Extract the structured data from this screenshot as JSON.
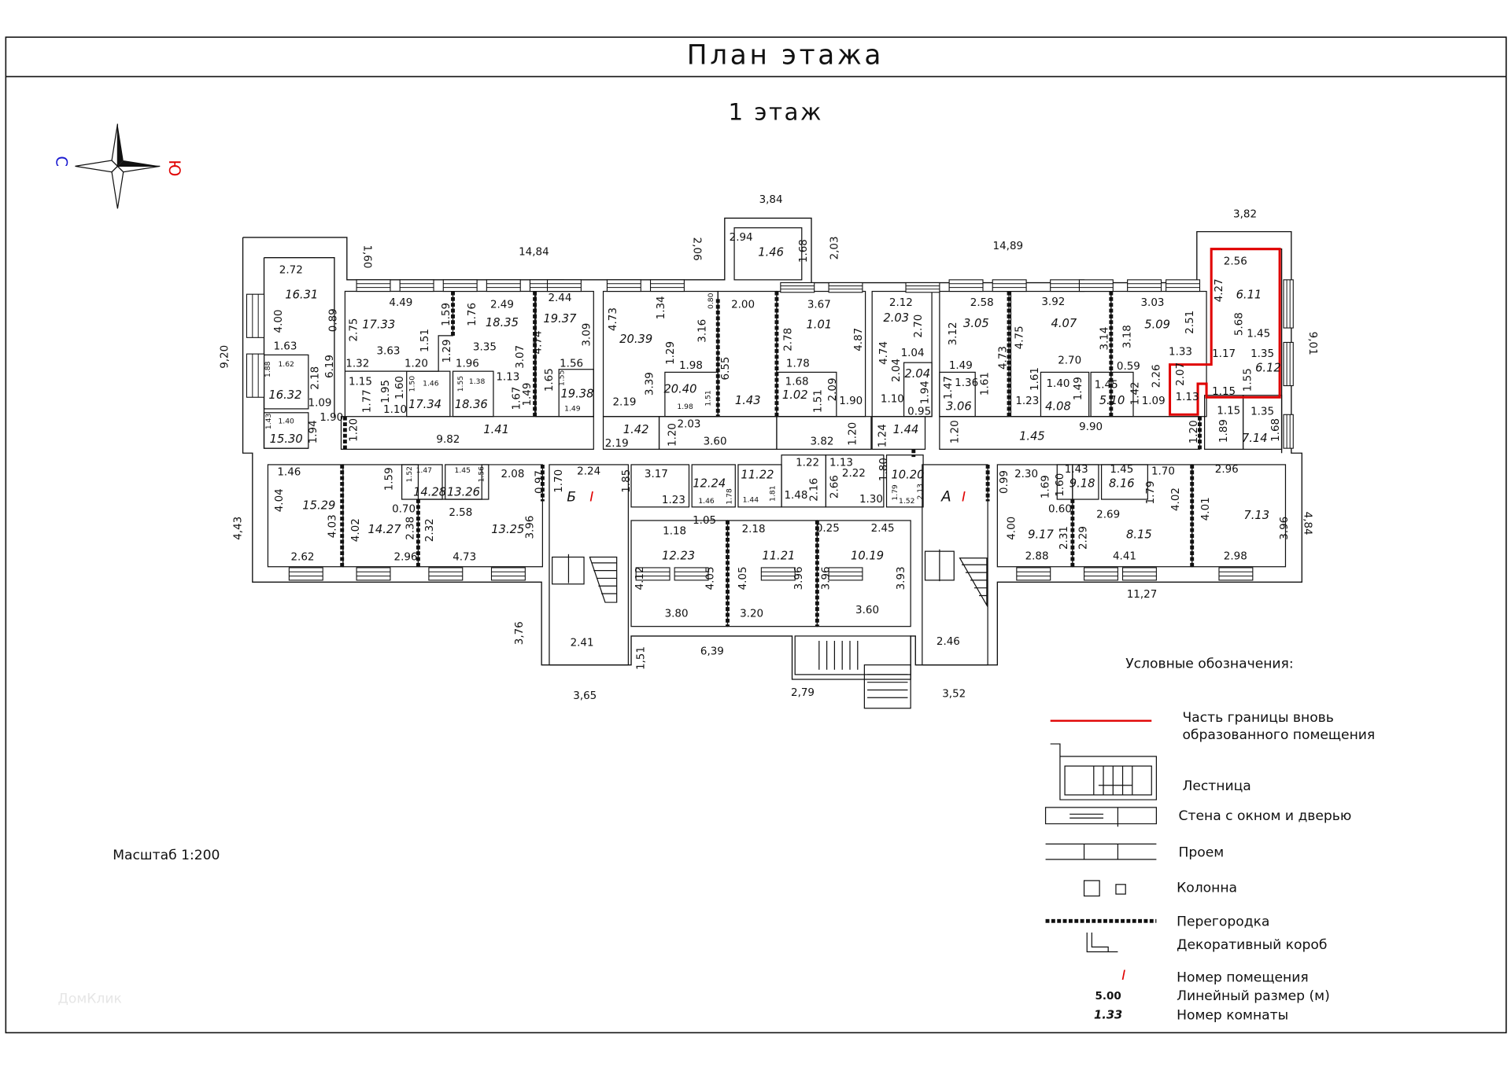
{
  "header": {
    "title": "План этажа",
    "floor": "1 этаж"
  },
  "compass": {
    "north": "С",
    "south": "Ю"
  },
  "scale": "Масштаб 1:200",
  "watermark": "ДомКлик",
  "colors": {
    "boundary": "#e00000",
    "north": "#1a1ad0",
    "south": "#e00000",
    "line": "#111111"
  },
  "stairs": {
    "b": "Б",
    "a": "А",
    "premise_number": "I"
  },
  "plan": {
    "room_areas": [
      "16.31",
      "16.32",
      "15.30",
      "17.33",
      "17.34",
      "18.35",
      "18.36",
      "19.37",
      "19.38",
      "1.41",
      "20.39",
      "20.40",
      "1.42",
      "1.43",
      "1.46",
      "1.01",
      "1.02",
      "2.03",
      "2.04",
      "1.44",
      "3.05",
      "3.06",
      "4.07",
      "4.08",
      "5.09",
      "5.10",
      "1.45",
      "6.11",
      "6.12",
      "7.14",
      "15.29",
      "14.28",
      "13.26",
      "14.27",
      "13.25",
      "12.24",
      "11.22",
      "10.20",
      "12.23",
      "11.21",
      "10.19",
      "9.18",
      "8.16",
      "9.17",
      "8.15",
      "7.13"
    ],
    "overall_dimensions": [
      "14,84",
      "1,60",
      "2,06",
      "3,84",
      "2,03",
      "14,89",
      "3,82",
      "9,20",
      "9,01",
      "4,43",
      "4,84",
      "3,76",
      "3,65",
      "1,51",
      "6,39",
      "2,79",
      "3,52",
      "11,27"
    ],
    "dimensions": [
      "2.72",
      "4.00",
      "0.89",
      "1.63",
      "6.19",
      "1.62",
      "1.88",
      "2.18",
      "1.09",
      "1.43",
      "1.40",
      "1.94",
      "1.90",
      "9.82",
      "1.20",
      "4.49",
      "2.75",
      "3.63",
      "1.51",
      "1.59",
      "1.32",
      "1.20",
      "1.15",
      "1.77",
      "1.95",
      "1.60",
      "1.10",
      "1.50",
      "1.46",
      "1.76",
      "2.49",
      "3.35",
      "3.07",
      "1.29",
      "1.96",
      "1.13",
      "1.67",
      "1.55",
      "1.38",
      "2.44",
      "4.74",
      "3.09",
      "1.56",
      "1.49",
      "1.65",
      "1.55",
      "1.49",
      "4.73",
      "1.34",
      "3.16",
      "0.80",
      "1.29",
      "1.98",
      "3.39",
      "2.19",
      "1.98",
      "1.51",
      "2.03",
      "1.20",
      "3.60",
      "2.19",
      "2.00",
      "6.55",
      "2.94",
      "1.68",
      "3.67",
      "2.78",
      "4.87",
      "1.78",
      "1.68",
      "1.51",
      "2.09",
      "1.90",
      "3.82",
      "1.20",
      "2.12",
      "2.70",
      "4.74",
      "1.04",
      "2.04",
      "1.94",
      "1.10",
      "0.95",
      "1.24",
      "2.58",
      "3.12",
      "4.73",
      "1.49",
      "1.47",
      "1.36",
      "1.61",
      "1.20",
      "3.92",
      "4.75",
      "3.14",
      "2.70",
      "1.61",
      "1.40",
      "1.49",
      "1.23",
      "9.90",
      "3.03",
      "3.18",
      "2.51",
      "1.33",
      "0.59",
      "2.26",
      "1.45",
      "1.42",
      "1.09",
      "2.07",
      "1.13",
      "1.20",
      "2.56",
      "4.27",
      "5.68",
      "1.45",
      "1.17",
      "1.35",
      "1.55",
      "1.15",
      "1.15",
      "1.35",
      "1.89",
      "1.68",
      "1.46",
      "4.04",
      "4.03",
      "2.62",
      "1.59",
      "1.52",
      "1.47",
      "1.45",
      "1.56",
      "2.08",
      "0.70",
      "4.02",
      "2.38",
      "2.32",
      "2.58",
      "3.96",
      "2.96",
      "4.73",
      "0.97",
      "1.70",
      "2.24",
      "1.85",
      "2.41",
      "4.12",
      "3.17",
      "1.23",
      "1.46",
      "1.78",
      "1.44",
      "1.81",
      "1.48",
      "2.16",
      "1.22",
      "1.13",
      "2.22",
      "2.66",
      "1.80",
      "1.30",
      "1.79",
      "1.52",
      "2.13",
      "1.05",
      "1.18",
      "2.18",
      "0.25",
      "2.45",
      "4.05",
      "4.05",
      "3.96",
      "3.96",
      "3.93",
      "3.80",
      "3.20",
      "3.60",
      "2.46",
      "0.99",
      "2.30",
      "1.69",
      "1.60",
      "1.43",
      "1.45",
      "1.70",
      "1.79",
      "4.02",
      "0.60",
      "2.69",
      "4.00",
      "2.31",
      "2.29",
      "2.88",
      "4.41",
      "2.96",
      "4.01",
      "3.96",
      "2.98"
    ]
  },
  "legend": {
    "title": "Условные обозначения:",
    "items": [
      {
        "label": "Часть границы вновь",
        "label2": "образованного помещения"
      },
      {
        "label": "Лестница"
      },
      {
        "label": "Стена с окном и дверью"
      },
      {
        "label": "Проем"
      },
      {
        "label": "Колонна"
      },
      {
        "label": "Перегородка"
      },
      {
        "label": "Декоративный короб"
      },
      {
        "label": "Номер помещения",
        "sample": "I"
      },
      {
        "label": "Линейный размер (м)",
        "sample": "5.00"
      },
      {
        "label": "Номер комнаты",
        "sample": "1.33"
      }
    ]
  }
}
